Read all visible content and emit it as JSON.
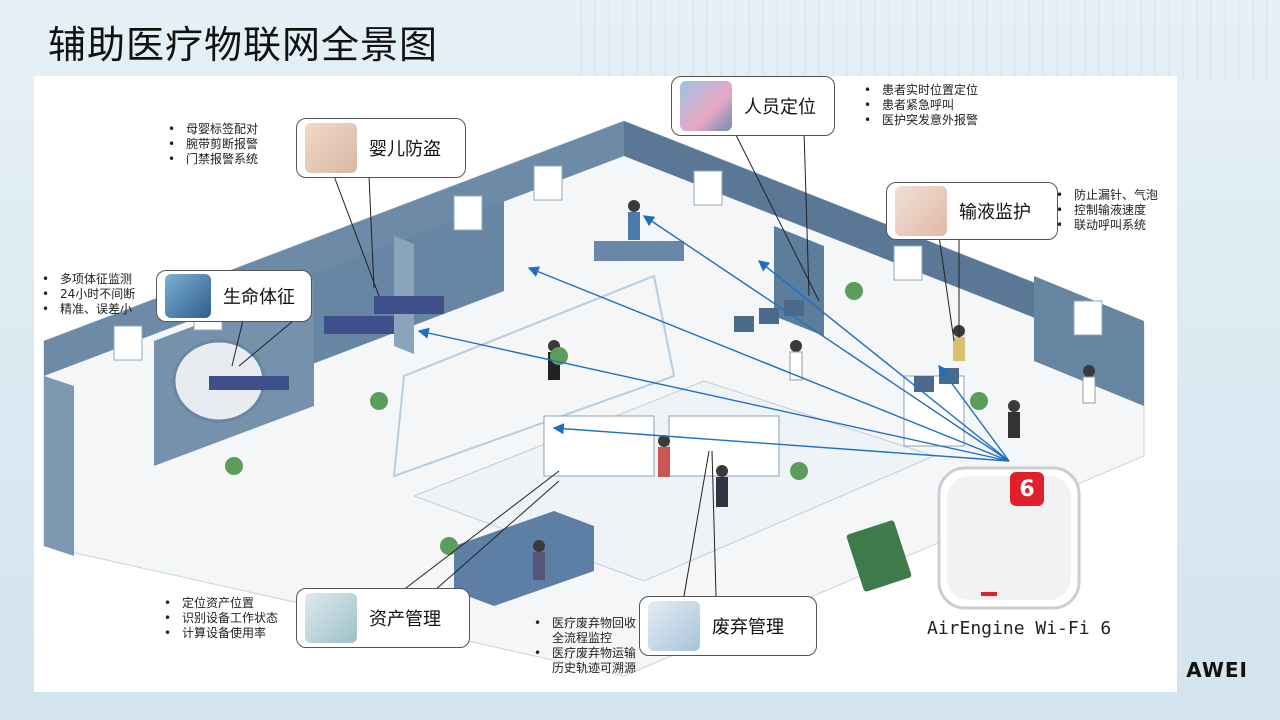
{
  "title": "辅助医疗物联网全景图",
  "colors": {
    "arrow": "#1f6fc0",
    "wall": "#5d7d9c",
    "floor": "#f4f6f8",
    "ap_badge": "#e0202a"
  },
  "callouts": {
    "infant": {
      "label": "婴儿防盗",
      "bullets": [
        "母婴标签配对",
        "腕带剪断报警",
        "门禁报警系统"
      ]
    },
    "locate": {
      "label": "人员定位",
      "bullets": [
        "患者实时位置定位",
        "患者紧急呼叫",
        "医护突发意外报警"
      ]
    },
    "infusion": {
      "label": "输液监护",
      "bullets": [
        "防止漏针、气泡",
        "控制输液速度",
        "联动呼叫系统"
      ]
    },
    "vital": {
      "label": "生命体征",
      "bullets": [
        "多项体征监测",
        "24小时不间断",
        "精准、误差小"
      ]
    },
    "asset": {
      "label": "资产管理",
      "bullets": [
        "定位资产位置",
        "识别设备工作状态",
        "计算设备使用率"
      ]
    },
    "waste": {
      "label": "废弃管理",
      "bullets": [
        "医疗废弃物回收全流程监控",
        "医疗废弃物运输历史轨迹可溯源"
      ]
    }
  },
  "ap": {
    "badge": "6",
    "caption": "AirEngine Wi-Fi 6"
  },
  "brand": "AWEI"
}
